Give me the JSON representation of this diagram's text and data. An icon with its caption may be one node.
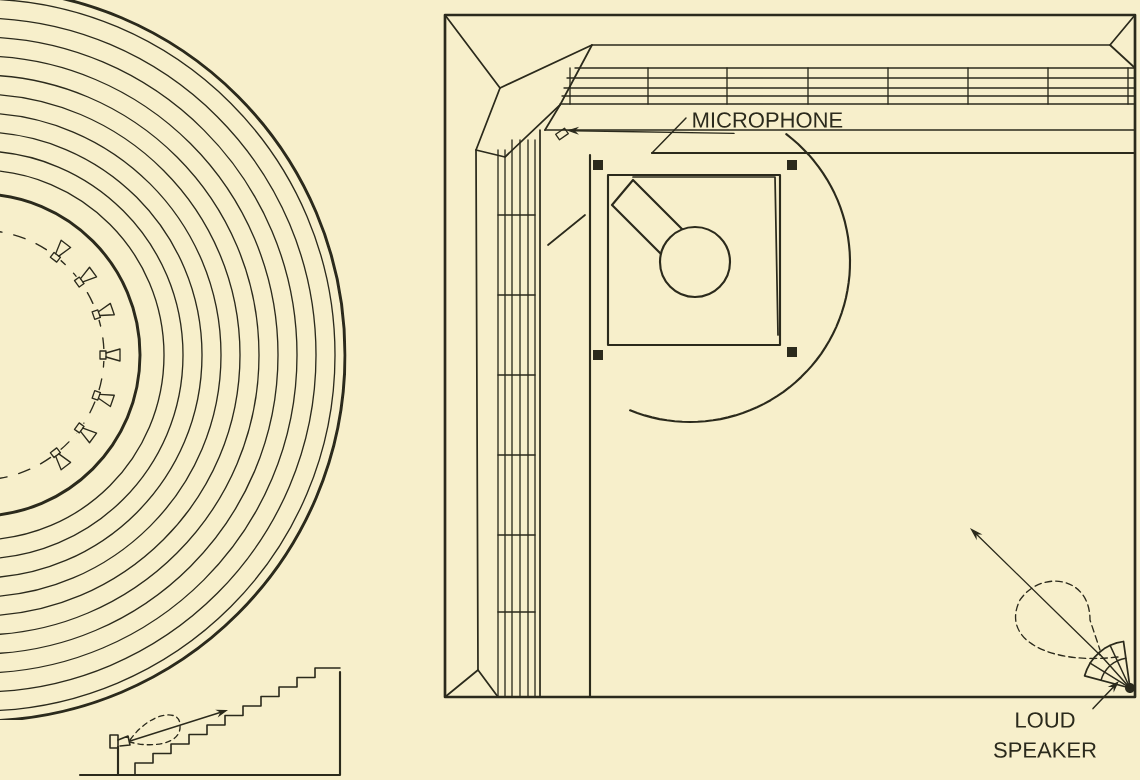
{
  "diagram": {
    "nodes": [
      {
        "text": [
          "MICROPHONE"
        ]
      },
      {
        "text": [],
        "shape": "box"
      },
      {
        "text": [
          "LOUD SPEAKER"
        ]
      },
      {
        "text": [],
        "shape": "picture"
      }
    ],
    "edges": [
      {
        "from": 0,
        "to": 1,
        "arrow": "to"
      },
      {
        "from": 0,
        "to": null,
        "arrow": "none"
      },
      {
        "from": 2,
        "to": 3,
        "arrow": "to"
      }
    ]
  }
}
